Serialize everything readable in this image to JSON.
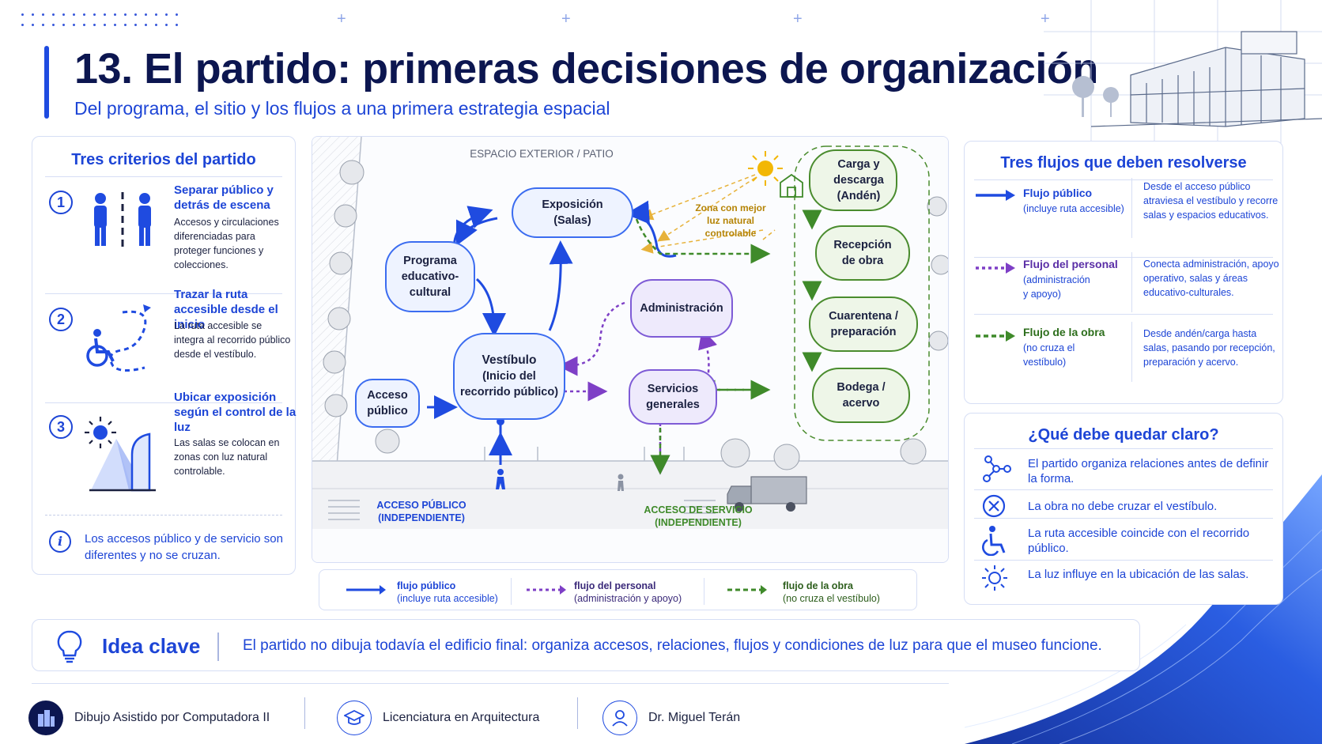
{
  "header": {
    "title": "13. El partido: primeras decisiones de organización",
    "subtitle": "Del programa, el sitio y los flujos a una primera estrategia espacial"
  },
  "criteria_panel": {
    "title": "Tres criterios del partido",
    "items": [
      {
        "number": "1",
        "title": "Separar público y detrás de escena",
        "description": "Accesos y circulaciones diferenciadas para proteger funciones y colecciones.",
        "icon": "people-divider-icon"
      },
      {
        "number": "2",
        "title": "Trazar la ruta accesible desde el inicio",
        "description": "La ruta accesible se integra al recorrido público desde el vestíbulo.",
        "icon": "wheelchair-route-icon"
      },
      {
        "number": "3",
        "title": "Ubicar exposición según el control de la luz",
        "description": "Las salas se colocan en zonas con luz natural controlable.",
        "icon": "sun-light-icon"
      }
    ],
    "note": "Los accesos público y de servicio son diferentes y no se cruzan."
  },
  "diagram": {
    "top_label": "ESPACIO EXTERIOR / PATIO",
    "nodes": {
      "exposicion": "Exposición\n(Salas)",
      "programa": "Programa\neducativo-\ncultural",
      "vestibulo_title": "Vestíbulo",
      "vestibulo_sub": "(Inicio del\nrecorrido público)",
      "acceso": "Acceso\npúblico",
      "administracion": "Administración",
      "servicios": "Servicios\ngenerales",
      "carga": "Carga y\ndescarga\n(Andén)",
      "recepcion": "Recepción\nde obra",
      "cuarentena": "Cuarentena /\npreparación",
      "bodega": "Bodega /\nacervo"
    },
    "light_zone_label": "Zona con mejor\nluz natural\ncontrolable",
    "public_access_label": "ACCESO PÚBLICO\n(INDEPENDIENTE)",
    "service_access_label": "ACCESO DE SERVICIO\n(INDEPENDIENTE)"
  },
  "legend": [
    {
      "title": "flujo público",
      "sub": "(incluye ruta accesible)",
      "color": "#1f4be0",
      "style": "solid"
    },
    {
      "title": "flujo del personal",
      "sub": "(administración y apoyo)",
      "color": "#7e3fc6",
      "style": "dotted"
    },
    {
      "title": "flujo de la obra",
      "sub": "(no cruza el vestíbulo)",
      "color": "#3f8a2a",
      "style": "dashed"
    }
  ],
  "flows_panel": {
    "title": "Tres flujos que deben resolverse",
    "items": [
      {
        "title": "Flujo público",
        "sub": "(incluye ruta accesible)",
        "description": "Desde el acceso público atraviesa el vestíbulo y recorre salas y espacios educativos.",
        "color": "#1f4be0"
      },
      {
        "title": "Flujo del personal",
        "sub": "(administración\ny apoyo)",
        "description": "Conecta administración, apoyo operativo, salas y áreas educativo-culturales.",
        "color": "#7e3fc6"
      },
      {
        "title": "Flujo de la obra",
        "sub": "(no cruza el\nvestíbulo)",
        "description": "Desde andén/carga hasta salas, pasando por recepción, preparación y acervo.",
        "color": "#3f8a2a"
      }
    ]
  },
  "clear_panel": {
    "title": "¿Qué debe quedar claro?",
    "items": [
      {
        "text": "El partido organiza relaciones antes de definir la forma.",
        "icon": "network-icon"
      },
      {
        "text": "La obra no debe cruzar el vestíbulo.",
        "icon": "cross-circle-icon"
      },
      {
        "text": "La ruta accesible coincide con el recorrido público.",
        "icon": "wheelchair-icon"
      },
      {
        "text": "La luz influye en la ubicación de las salas.",
        "icon": "sun-icon"
      }
    ]
  },
  "idea": {
    "label": "Idea clave",
    "text": "El partido no dibuja todavía el edificio final: organiza accesos, relaciones, flujos y condiciones de luz para que el museo funcione."
  },
  "footer": {
    "course": "Dibujo Asistido por Computadora II",
    "degree": "Licenciatura en Arquitectura",
    "author": "Dr. Miguel Terán"
  },
  "colors": {
    "accent": "#1d45d6",
    "navy": "#0c1650",
    "public_flow": "#1f4be0",
    "staff_flow": "#7e3fc6",
    "works_flow": "#3f8a2a",
    "sun": "#f2b705"
  }
}
